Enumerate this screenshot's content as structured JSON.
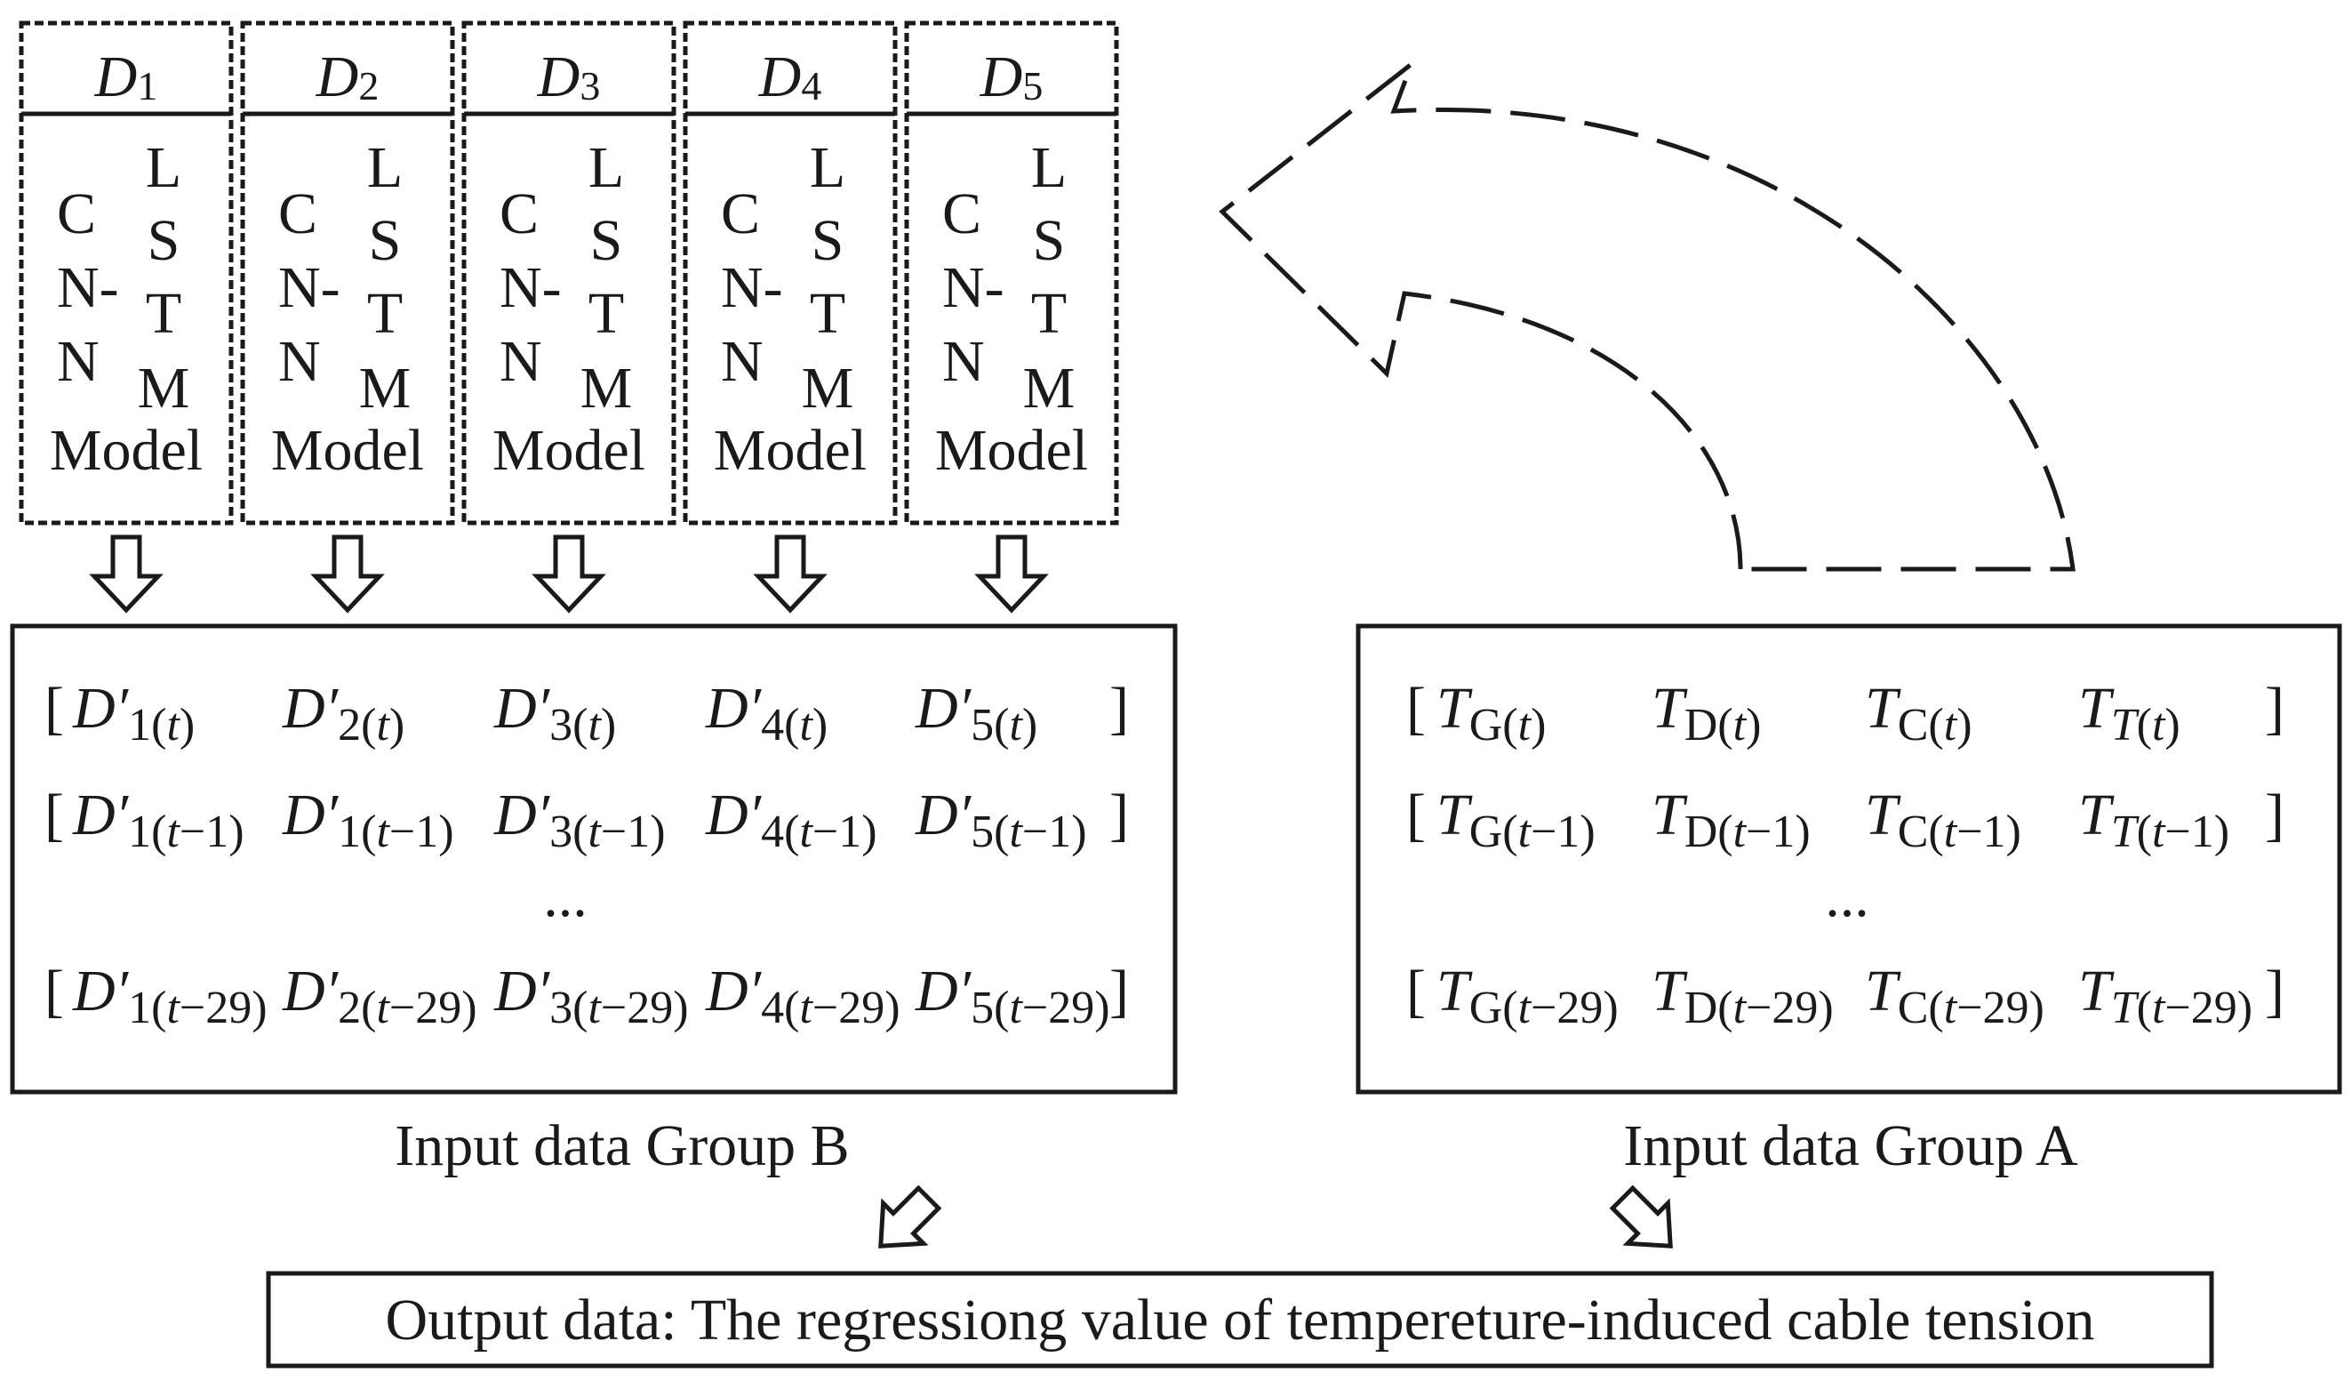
{
  "models": [
    {
      "label_letter": "D",
      "label_index": "1"
    },
    {
      "label_letter": "D",
      "label_index": "2"
    },
    {
      "label_letter": "D",
      "label_index": "3"
    },
    {
      "label_letter": "D",
      "label_index": "4"
    },
    {
      "label_letter": "D",
      "label_index": "5"
    }
  ],
  "model_text": {
    "left_letters": [
      "C",
      "N-",
      "N"
    ],
    "right_letters": [
      "L",
      "S",
      "T",
      "M"
    ],
    "word": "Model"
  },
  "group_b": {
    "caption": "Input data Group B",
    "rows": [
      [
        "D′",
        "1",
        "(t)",
        "D′",
        "2",
        "(t)",
        "D′",
        "3",
        "(t)",
        "D′",
        "4",
        "(t)",
        "D′",
        "5",
        "(t)"
      ],
      [
        "D′",
        "1",
        "(t−1)",
        "D′",
        "1",
        "(t−1)",
        "D′",
        "3",
        "(t−1)",
        "D′",
        "4",
        "(t−1)",
        "D′",
        "5",
        "(t−1)"
      ],
      [
        "D′",
        "1",
        "(t−29)",
        "D′",
        "2",
        "(t−29)",
        "D′",
        "3",
        "(t−29)",
        "D′",
        "4",
        "(t−29)",
        "D′",
        "5",
        "(t−29)"
      ]
    ],
    "ellipsis": "...",
    "bracket_open": "[",
    "bracket_close": "]"
  },
  "group_a": {
    "caption": "Input data Group A",
    "rows": [
      [
        "T",
        "G",
        "(t)",
        "T",
        "D",
        "(t)",
        "T",
        "C",
        "(t)",
        "T",
        "T",
        "(t)"
      ],
      [
        "T",
        "G",
        "(t−1)",
        "T",
        "D",
        "(t−1)",
        "T",
        "C",
        "(t−1)",
        "T",
        "T",
        "(t−1)"
      ],
      [
        "T",
        "G",
        "(t−29)",
        "T",
        "D",
        "(t−29)",
        "T",
        "C",
        "(t−29)",
        "T",
        "T",
        "(t−29)"
      ]
    ],
    "ellipsis": "...",
    "bracket_open": "[",
    "bracket_close": "]"
  },
  "output": {
    "label": "Output data: The regressiong value of tempereture-induced cable tension"
  }
}
